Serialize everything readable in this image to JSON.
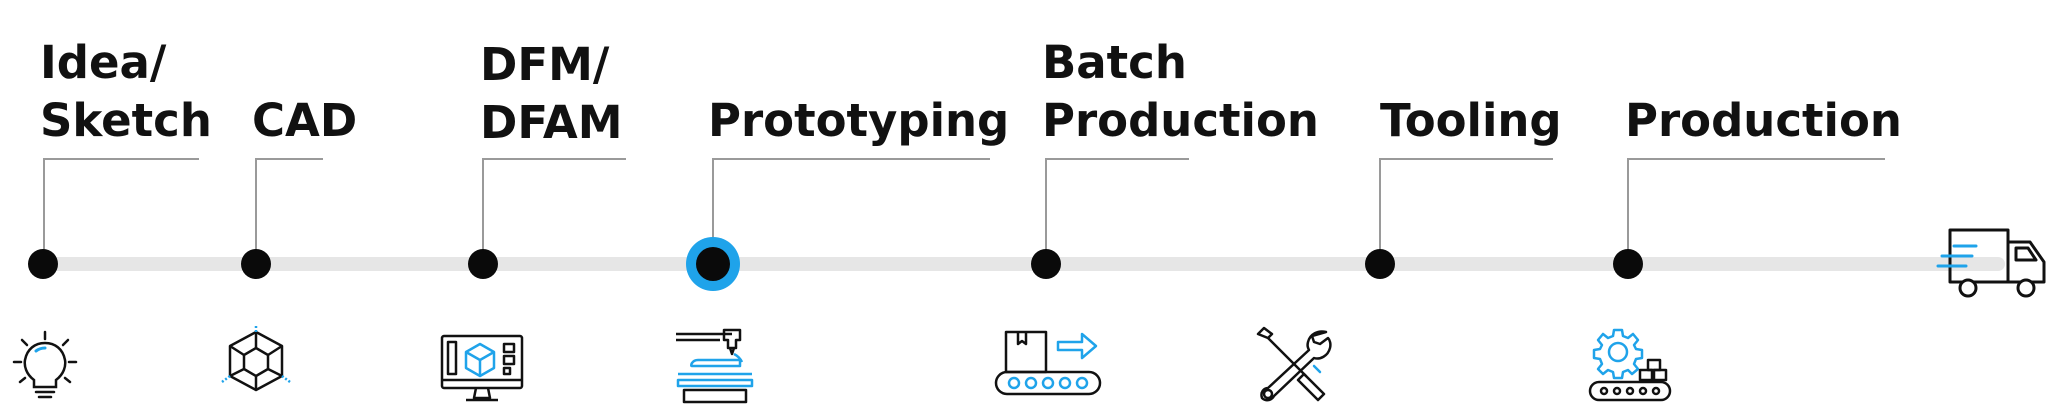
{
  "colors": {
    "accent": "#1fa3ea",
    "node": "#0a0a0a",
    "track": "#e6e6e6",
    "connector": "#9a9a9a",
    "text": "#111111"
  },
  "stages": [
    {
      "id": "idea-sketch",
      "label_lines": [
        "Idea/",
        "Sketch"
      ],
      "icon": "lightbulb-icon"
    },
    {
      "id": "cad",
      "label_lines": [
        "CAD"
      ],
      "icon": "cube-wireframe-icon"
    },
    {
      "id": "dfm-dfam",
      "label_lines": [
        "DFM/",
        "DFAM"
      ],
      "icon": "monitor-design-icon"
    },
    {
      "id": "prototyping",
      "label_lines": [
        "Prototyping"
      ],
      "icon": "3d-printer-icon",
      "active": true
    },
    {
      "id": "batch-production",
      "label_lines": [
        "Batch",
        "Production"
      ],
      "icon": "conveyor-box-icon"
    },
    {
      "id": "tooling",
      "label_lines": [
        "Tooling"
      ],
      "icon": "wrench-screwdriver-icon"
    },
    {
      "id": "production",
      "label_lines": [
        "Production"
      ],
      "icon": "gear-conveyor-icon"
    }
  ],
  "end_icon": "delivery-truck-icon"
}
